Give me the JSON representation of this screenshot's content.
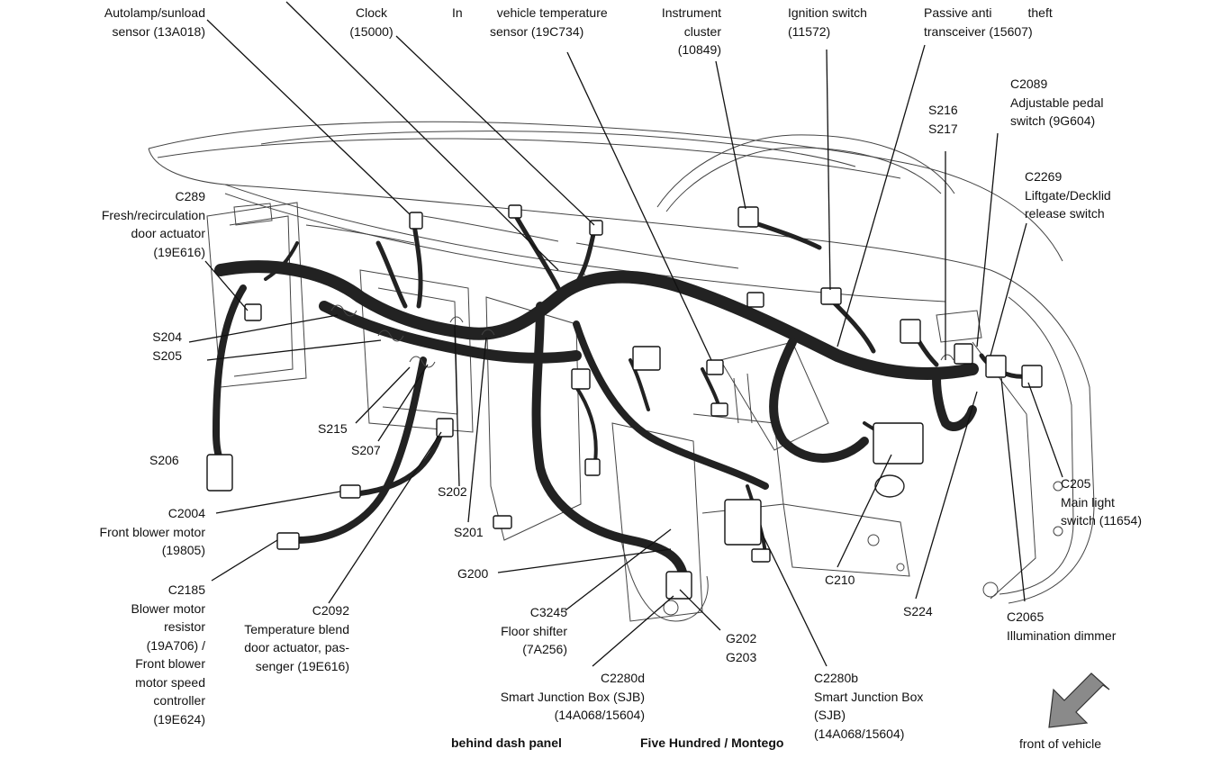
{
  "labels": {
    "autolamp": [
      "Autolamp/sunload",
      "sensor (13A018)"
    ],
    "clock": [
      "Clock",
      "(15000)"
    ],
    "in_vehicle": [
      "In",
      "vehicle temperature",
      "sensor (19C734)"
    ],
    "instrument": [
      "Instrument",
      "cluster",
      "(10849)"
    ],
    "ignition": [
      "Ignition switch",
      "(11572)"
    ],
    "passive": [
      "Passive anti",
      "theft",
      "transceiver (15607)"
    ],
    "c2089": [
      "C2089",
      "Adjustable pedal",
      "switch (9G604)"
    ],
    "s216": [
      "S216",
      "S217"
    ],
    "c2269": [
      "C2269",
      "Liftgate/Decklid",
      "release switch"
    ],
    "c289": [
      "C289",
      "Fresh/recirculation",
      "door actuator",
      "(19E616)"
    ],
    "s204": [
      "S204",
      "S205"
    ],
    "s215": "S215",
    "s207": "S207",
    "s206": "S206",
    "s202": "S202",
    "s201": "S201",
    "c2004": [
      "C2004",
      "Front blower motor",
      "(19805)"
    ],
    "c2185": [
      "C2185",
      "Blower motor",
      "resistor",
      "(19A706) /",
      "Front blower",
      "motor speed",
      "controller",
      "(19E624)"
    ],
    "c2092": [
      "C2092",
      "Temperature blend",
      "door actuator, pas-",
      "senger (19E616)"
    ],
    "g200": "G200",
    "c3245": [
      "C3245",
      "Floor shifter",
      "(7A256)"
    ],
    "g202": [
      "G202",
      "G203"
    ],
    "c2280d": [
      "C2280d",
      "Smart Junction Box (SJB)",
      "(14A068/15604)"
    ],
    "c2280b": [
      "C2280b",
      "Smart Junction Box",
      "(SJB)",
      "(14A068/15604)"
    ],
    "c210": "C210",
    "s224": "S224",
    "c205": [
      "C205",
      "Main light",
      "switch (11654)"
    ],
    "c2065": [
      "C2065",
      "Illumination dimmer"
    ]
  },
  "footer": {
    "behind": "behind dash panel",
    "model": "Five Hundred / Montego",
    "front": "front of vehicle"
  }
}
